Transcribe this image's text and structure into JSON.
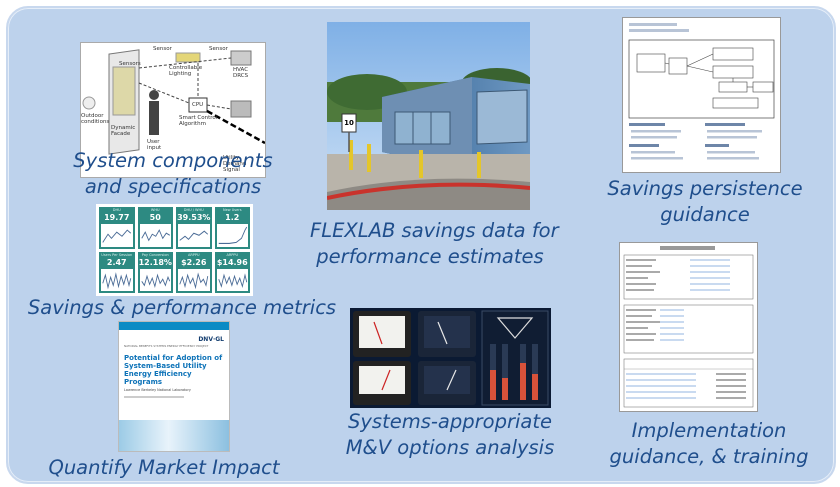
{
  "captions": {
    "system": [
      "System components",
      "and specifications"
    ],
    "flexlab": [
      "FLEXLAB savings data for",
      "performance estimates"
    ],
    "persistence": [
      "Savings persistence",
      "guidance"
    ],
    "metrics": "Savings & performance metrics",
    "market": "Quantify Market Impact",
    "mv": [
      "Systems-appropriate",
      "M&V options analysis"
    ],
    "implementation": [
      "Implementation",
      "guidance, & training"
    ]
  },
  "system_diagram": {
    "labels": [
      "Sensors",
      "Sensor",
      "Controllable Lighting",
      "Sensor",
      "HVAC DRCS",
      "Outdoor conditions",
      "Dynamic Facade",
      "CPU",
      "Smart Control Algorithm",
      "User input",
      "Utility Demand Signal"
    ]
  },
  "metrics_tiles": [
    {
      "label": "DHU",
      "value": "19.77"
    },
    {
      "label": "WHU",
      "value": "50"
    },
    {
      "label": "DHU / WHU",
      "value": "39.53%"
    },
    {
      "label": "New Users",
      "value": "1.2"
    },
    {
      "label": "Users Per Session",
      "value": "2.47"
    },
    {
      "label": "Pay Conversion",
      "value": "12.18%"
    },
    {
      "label": "ARPPU",
      "value": "$2.26"
    },
    {
      "label": "ARPPU",
      "value": "$14.96"
    }
  ],
  "report": {
    "brand": "DNV·GL",
    "topline": "NATIONAL BENEFITS SYSTEMS ENERGY EFFICIENCY PROJECT",
    "title": "Potential for Adoption of System-Based Utility Energy Efficiency Programs",
    "subtitle": "Lawrence Berkeley National Laboratory"
  },
  "sign": {
    "value": "10"
  },
  "colors": {
    "caption": "#1f4e8c",
    "panel": "#bdd2ec",
    "metric_tile": "#2d8a82"
  }
}
